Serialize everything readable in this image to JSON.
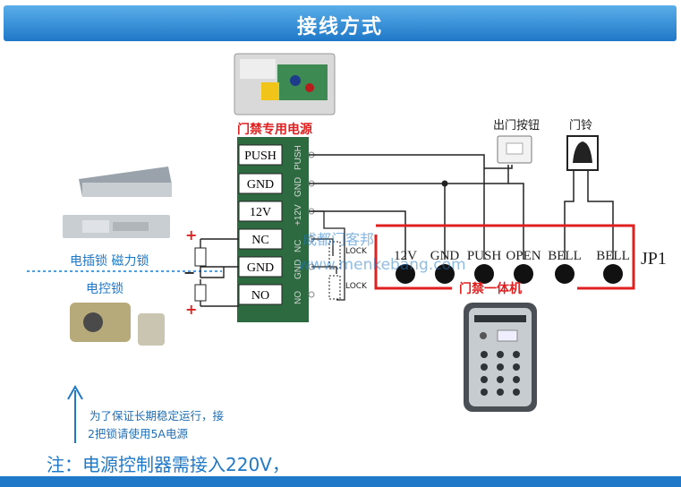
{
  "title": "接线方式",
  "supply": {
    "label": "门禁专用电源",
    "terminals": [
      "PUSH",
      "GND",
      "12V",
      "NC",
      "GND",
      "NO"
    ],
    "board_labels": [
      "PUSH",
      "GND",
      "+12V",
      "NC",
      "GND",
      "NO"
    ]
  },
  "locks": {
    "magnetic_label": "电插锁 磁力锁",
    "electric_label": "电控锁",
    "lock_tag": "LOCK",
    "plus": "+",
    "minus": "−"
  },
  "exit_button": {
    "label": "出门按钮"
  },
  "doorbell": {
    "label": "门铃"
  },
  "controller": {
    "terminals": [
      "12V",
      "GND",
      "PUSH",
      "OPEN",
      "BELL",
      "BELL"
    ],
    "connector": "JP1",
    "label": "门禁一体机"
  },
  "watermark": {
    "line1": "成都门客邦",
    "line2": "www.menkebang.com"
  },
  "tip": {
    "line1": "为了保证长期稳定运行，接",
    "line2": "2把锁请使用5A电源"
  },
  "note": "注：电源控制器需接入220V，",
  "colors": {
    "banner": "#1f78c8",
    "red": "#e02020",
    "board": "#2d6a40",
    "accent": "#1f78c8"
  }
}
